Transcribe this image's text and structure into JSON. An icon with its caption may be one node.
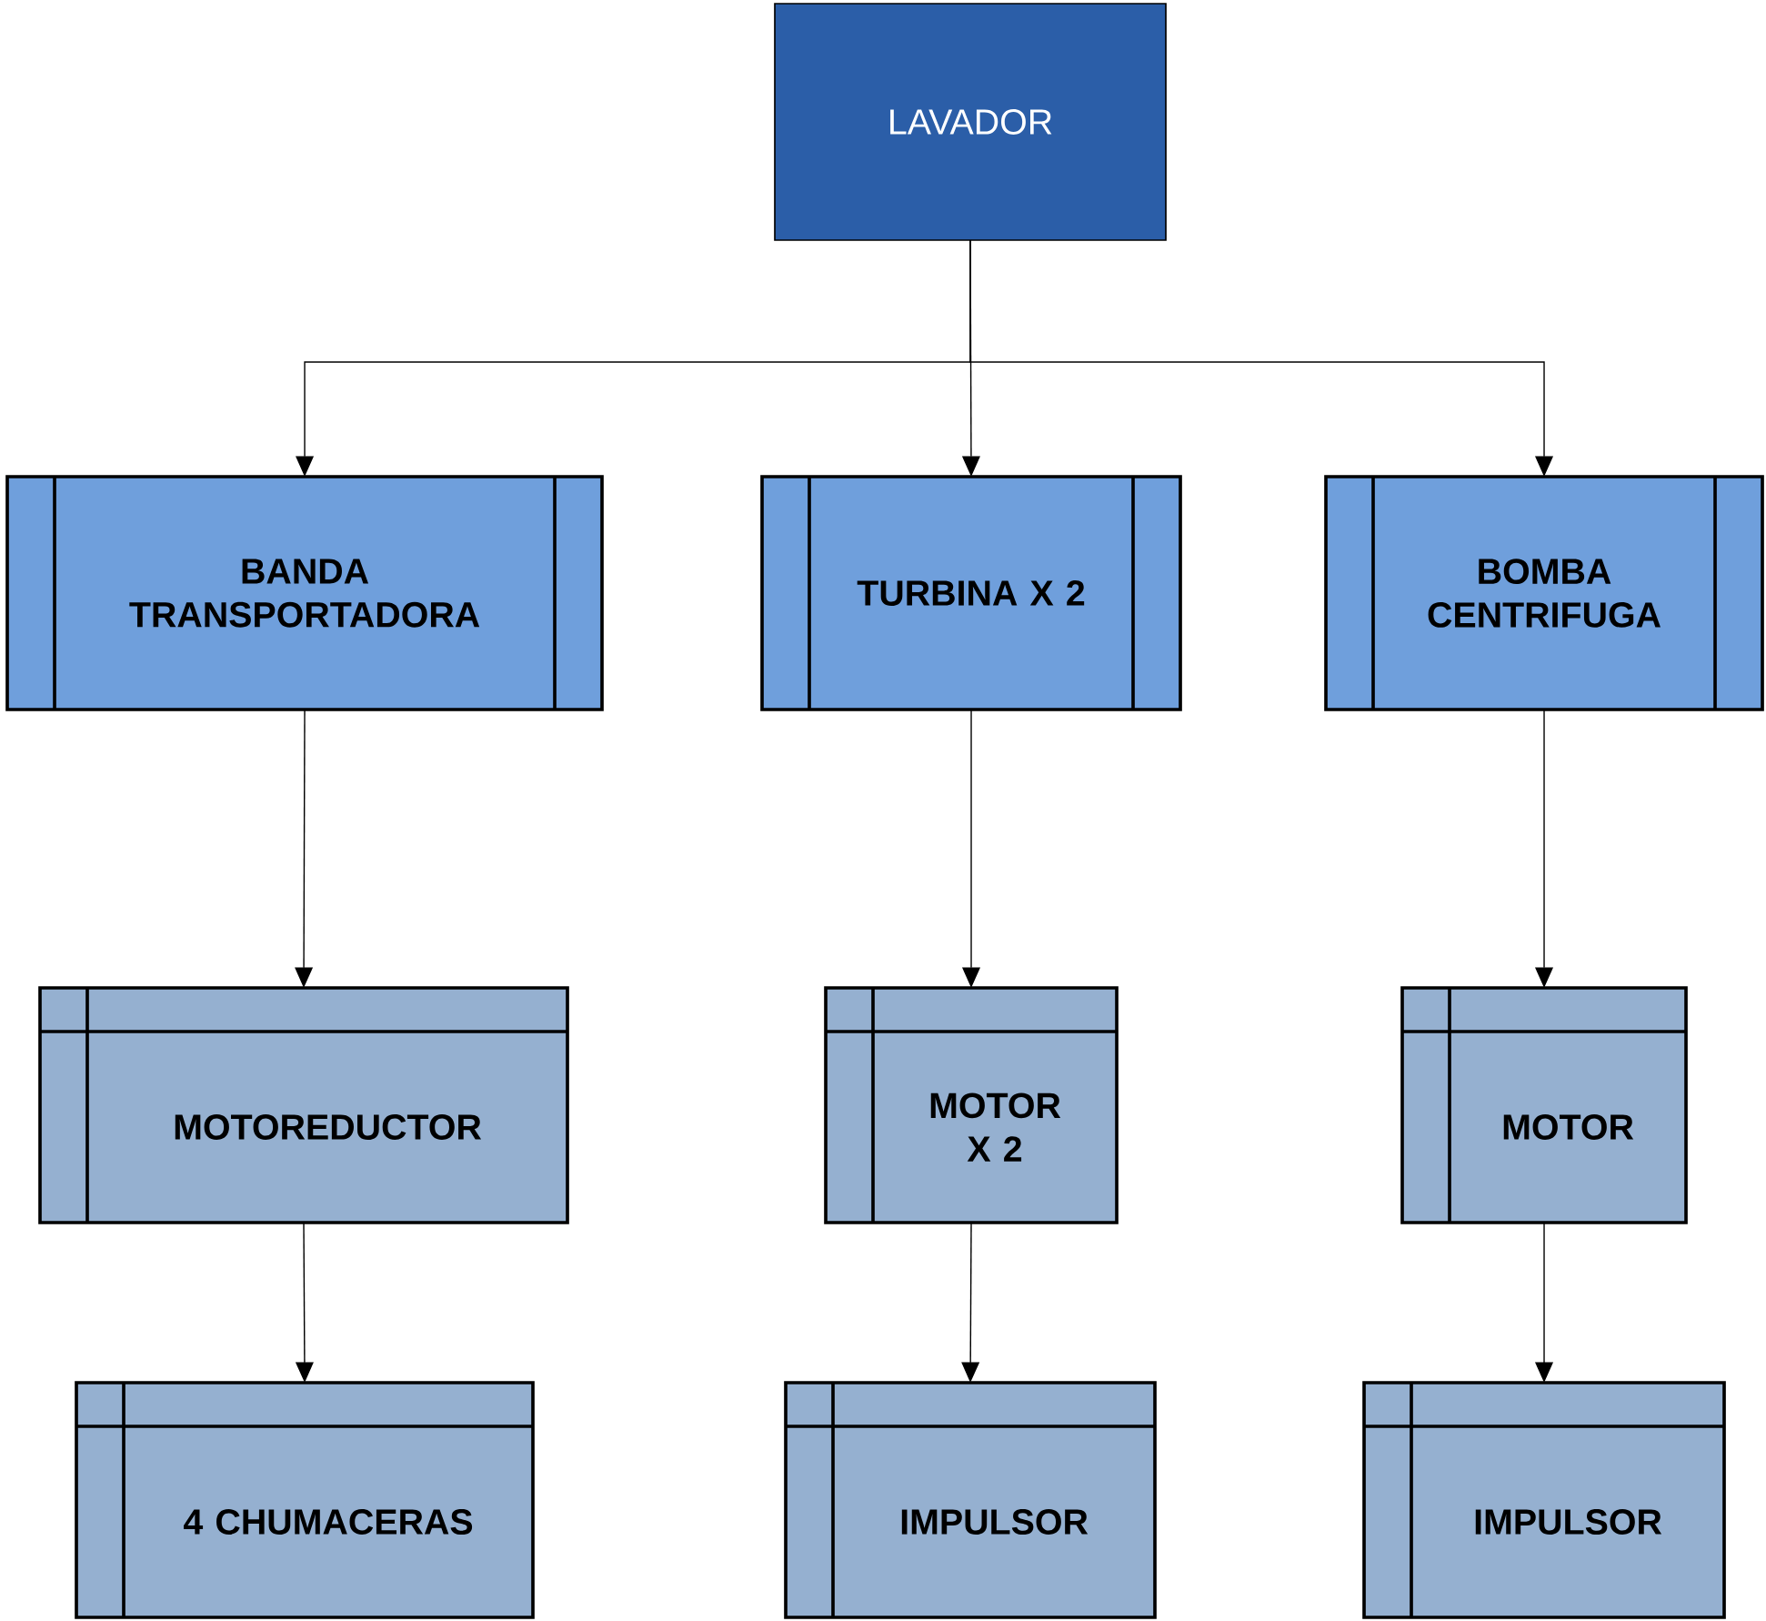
{
  "diagram": {
    "nodes": [
      {
        "text": [
          "LAVADOR"
        ]
      },
      {
        "text": [
          "BANDA TRANSPORTADORA"
        ]
      },
      {
        "text": [
          "TURBINA X 2"
        ]
      },
      {
        "text": [
          "BOMBA CENTRIFUGA"
        ]
      },
      {
        "text": [
          "MOTOREDUCTOR"
        ]
      },
      {
        "text": [
          "MOTOR X 2"
        ]
      },
      {
        "text": [
          "MOTOR"
        ]
      },
      {
        "text": [
          "4 CHUMACERAS"
        ]
      },
      {
        "text": [
          "IMPULSOR"
        ]
      },
      {
        "text": [
          "IMPULSOR"
        ]
      }
    ],
    "edges": [
      {
        "from": 0,
        "to": 1,
        "arrow": "to"
      },
      {
        "from": 0,
        "to": 2,
        "arrow": "to"
      },
      {
        "from": 0,
        "to": 3,
        "arrow": "to"
      },
      {
        "from": 1,
        "to": 4,
        "arrow": "to"
      },
      {
        "from": 4,
        "to": 7,
        "arrow": "to"
      },
      {
        "from": 2,
        "to": 5,
        "arrow": "to"
      },
      {
        "from": 5,
        "to": 8,
        "arrow": "to"
      },
      {
        "from": 3,
        "to": 6,
        "arrow": "to"
      },
      {
        "from": 6,
        "to": 9,
        "arrow": "to"
      }
    ]
  }
}
